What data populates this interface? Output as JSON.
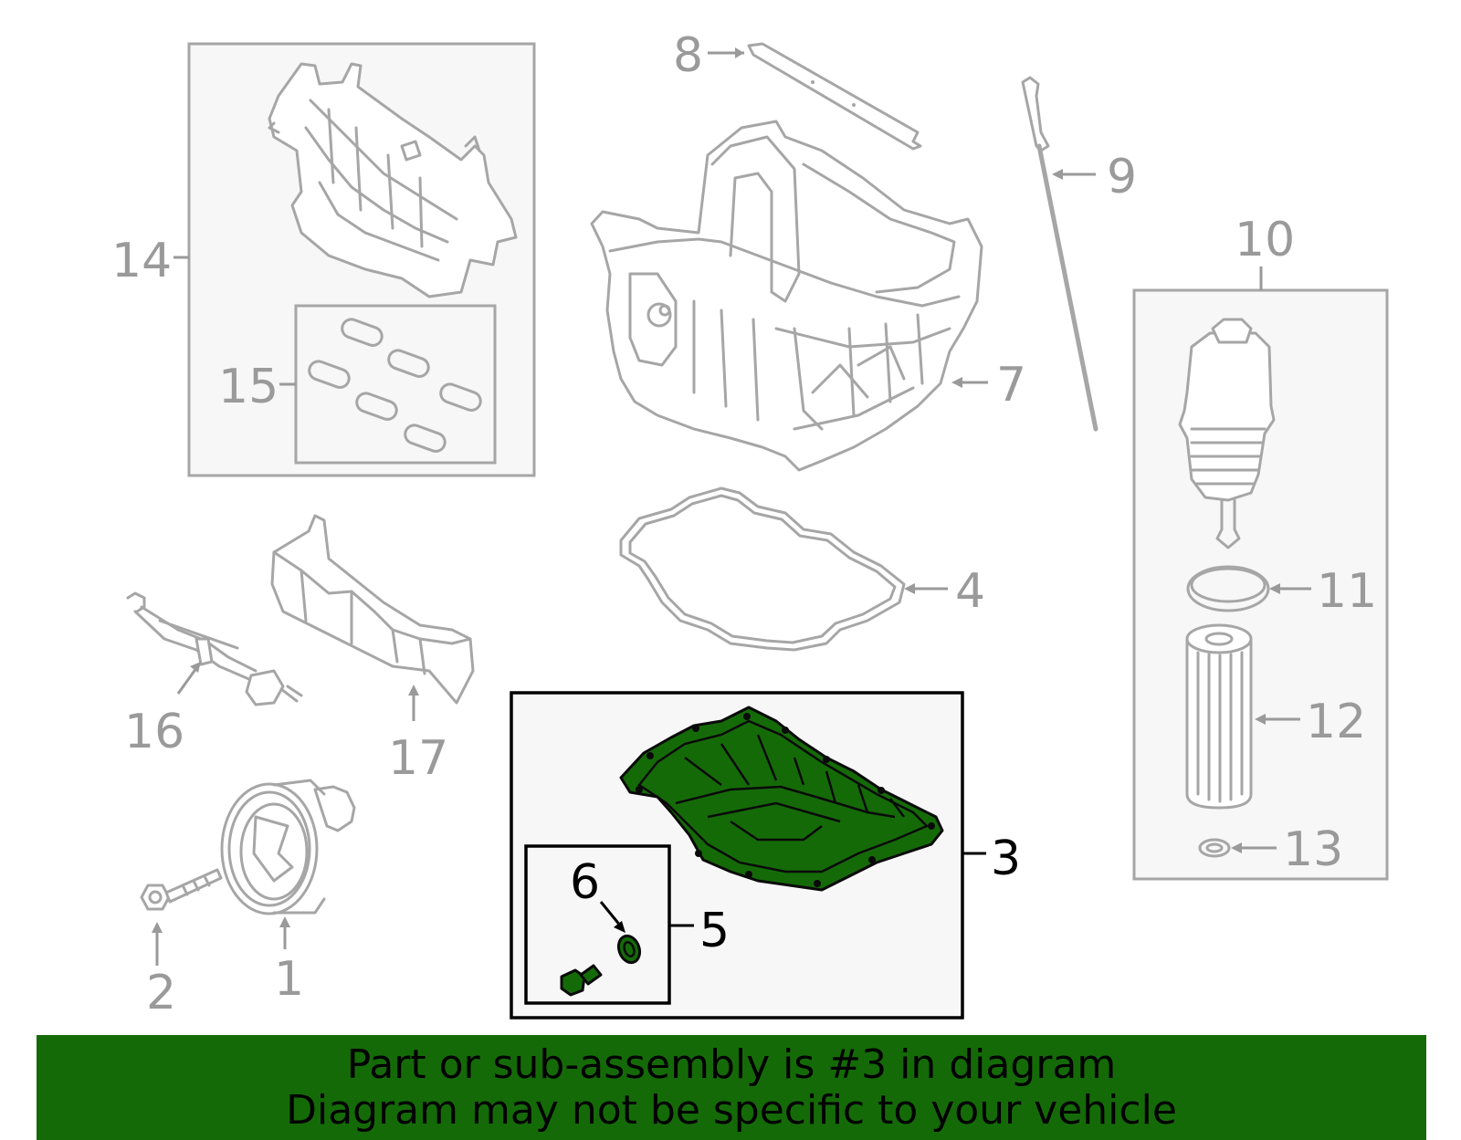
{
  "callouts": {
    "c1": "1",
    "c2": "2",
    "c3": "3",
    "c4": "4",
    "c5": "5",
    "c6": "6",
    "c7": "7",
    "c8": "8",
    "c9": "9",
    "c10": "10",
    "c11": "11",
    "c12": "12",
    "c13": "13",
    "c14": "14",
    "c15": "15",
    "c16": "16",
    "c17": "17"
  },
  "highlight": {
    "part": "3",
    "color": "#156a08"
  },
  "banner": {
    "line1": "Part or sub-assembly is #3 in diagram",
    "line2": "Diagram may not be specific to your vehicle",
    "background": "#156a08"
  }
}
